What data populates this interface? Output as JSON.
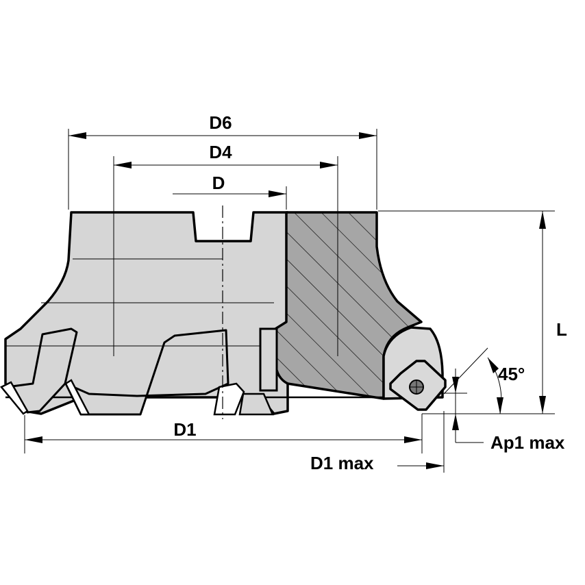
{
  "diagram": {
    "type": "technical-drawing",
    "subject": "face milling cutter cross-section",
    "colors": {
      "body_fill": "#d6d6d6",
      "section_fill": "#a6a6a6",
      "insert_fill": "#d9d9d9",
      "outline": "#000000",
      "background": "#ffffff"
    },
    "dimensions": {
      "d6": "D6",
      "d4": "D4",
      "d": "D",
      "l": "L",
      "d1": "D1",
      "d1_max": "D1 max",
      "ap1_max": "Ap1 max",
      "angle": "45°"
    }
  }
}
